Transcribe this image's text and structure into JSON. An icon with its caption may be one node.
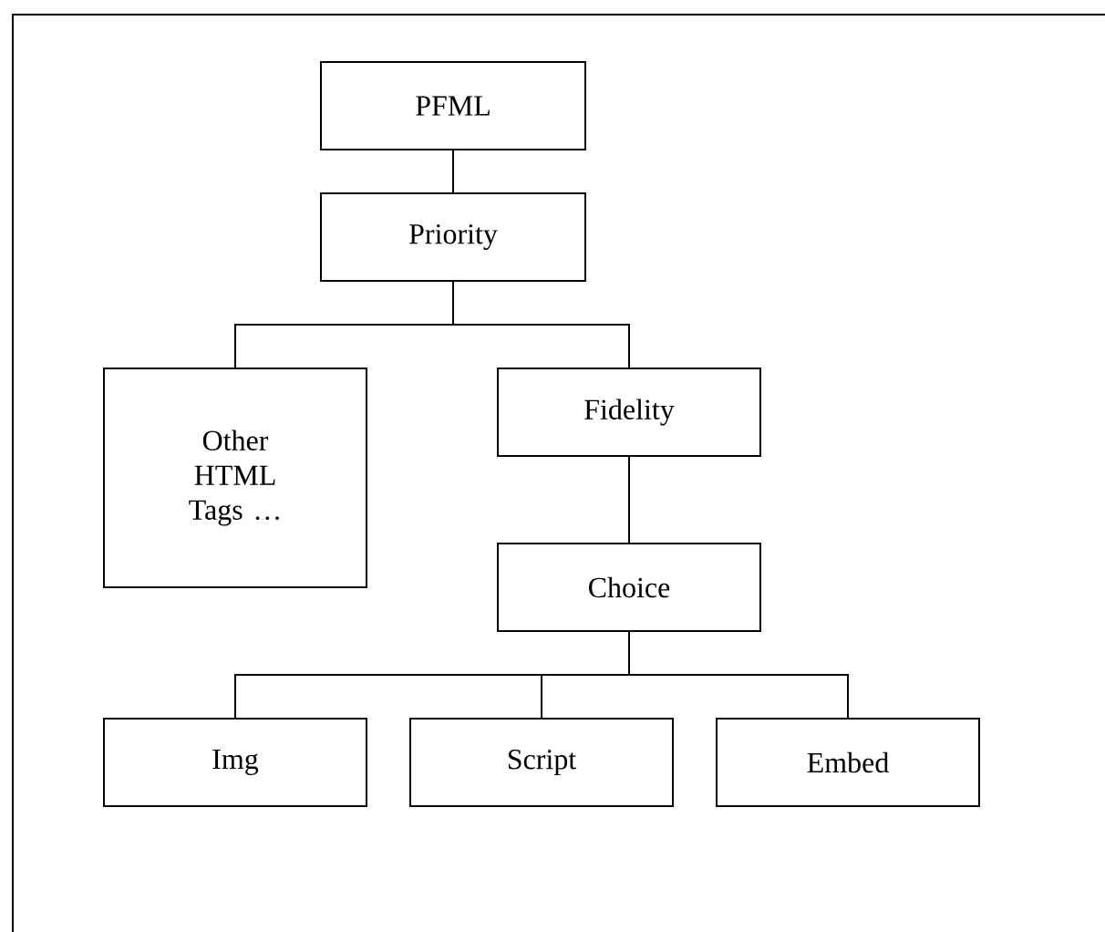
{
  "diagram": {
    "nodes": [
      {
        "text": [
          "PFML"
        ]
      },
      {
        "text": [
          "Priority"
        ]
      },
      {
        "text": [
          "Other HTML Tags …"
        ]
      },
      {
        "text": [
          "Fidelity"
        ]
      },
      {
        "text": [
          "Choice"
        ]
      },
      {
        "text": [
          "Img"
        ]
      },
      {
        "text": [
          "Script"
        ]
      },
      {
        "text": [
          "Embed"
        ]
      }
    ],
    "edges": [
      {
        "from": 0,
        "to": 1,
        "arrow": "none"
      },
      {
        "from": 1,
        "to": 2,
        "arrow": "none"
      },
      {
        "from": 1,
        "to": 3,
        "arrow": "none"
      },
      {
        "from": 3,
        "to": 4,
        "arrow": "none"
      },
      {
        "from": 4,
        "to": 5,
        "arrow": "none"
      },
      {
        "from": 4,
        "to": 6,
        "arrow": "none"
      },
      {
        "from": 4,
        "to": 7,
        "arrow": "none"
      }
    ]
  }
}
